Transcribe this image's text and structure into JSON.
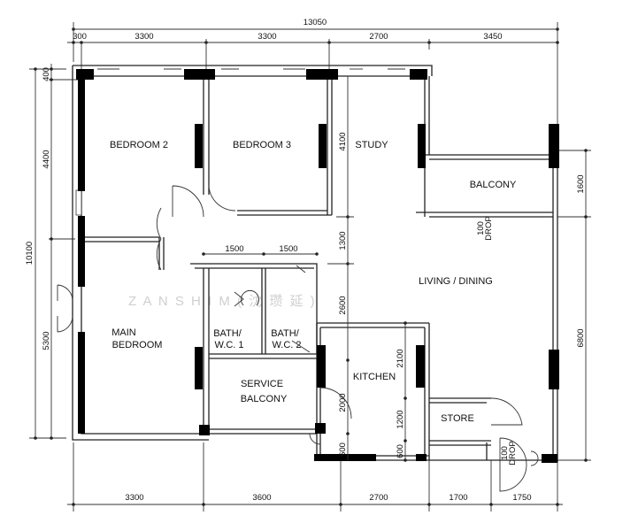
{
  "rooms": {
    "bedroom2": "BEDROOM 2",
    "bedroom3": "BEDROOM 3",
    "study": "STUDY",
    "balcony": "BALCONY",
    "living_dining": "LIVING / DINING",
    "main_bedroom_1": "MAIN",
    "main_bedroom_2": "BEDROOM",
    "bath1_1": "BATH/",
    "bath1_2": "W.C. 1",
    "bath2_1": "BATH/",
    "bath2_2": "W.C. 2",
    "service_balcony_1": "SERVICE",
    "service_balcony_2": "BALCONY",
    "kitchen": "KITCHEN",
    "store": "STORE"
  },
  "dimensions": {
    "top_total": "13050",
    "top": [
      "300",
      "3300",
      "3300",
      "2700",
      "3450"
    ],
    "left_total": "10100",
    "left": [
      "400",
      "4400",
      "5300"
    ],
    "bottom": [
      "3300",
      "3600",
      "2700",
      "1700",
      "1750"
    ],
    "right": [
      "1600",
      "6800"
    ],
    "inner": {
      "study_4100": "4100",
      "d1300": "1300",
      "d2600": "2600",
      "d2100": "2100",
      "d1200": "1200",
      "d600a": "600",
      "d2000": "2000",
      "d600b": "600",
      "bath1_1500": "1500",
      "bath2_1500": "1500"
    },
    "drop_1": "100",
    "drop_1b": "DROP",
    "drop_2": "100",
    "drop_2b": "DROP"
  },
  "watermark": "Z A N   S H I M  (  沈  瓒  延  )"
}
